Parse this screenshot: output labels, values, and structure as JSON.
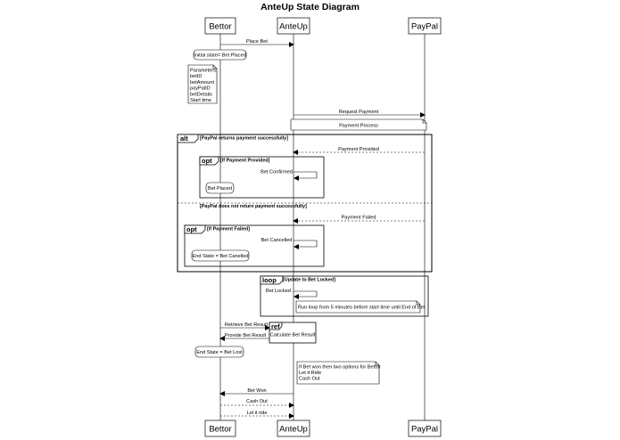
{
  "title": "AnteUp State Diagram",
  "actors": {
    "bettor": "Bettor",
    "anteup": "AnteUp",
    "paypal": "PayPal"
  },
  "messages": {
    "place_bet": "Place Bet",
    "request_payment": "Request Payment",
    "payment_provided": "Payment Provided",
    "bet_confirmed": "Bet Confirmed",
    "payment_failed": "Payment Failed",
    "bet_cancelled": "Bet Cancelled",
    "bet_locked": "Bet Locked",
    "retrieve_bet_result": "Retrieve Bet Result",
    "provide_bet_result": "Provide Bet Result",
    "bet_won": "Bet Won",
    "cash_out": "Cash Out",
    "let_it_ride": "Let it ride"
  },
  "states": {
    "initial": "Initial state= Bet Placed",
    "bet_placed": "Bet Placed",
    "end_cancelled": "End State = Bet Canelled",
    "end_lost": "End State = Bet Lost"
  },
  "notes": {
    "parameters": [
      "Parameters:",
      "betID",
      "betAmount",
      "payPalID",
      "betDetails",
      "Start time"
    ],
    "payment_process": "Payment Process",
    "loop_note": "Run loop from 5 minutes before start time until End of Bet",
    "won_options": [
      "If Bet won then two options for Bettor",
      "Let it Ride",
      "Cash Out"
    ],
    "calculate_bet_result": "Calculate Bet Result"
  },
  "frames": {
    "alt_kw": "alt",
    "alt_cond1": "[PayPal returns payment successfully]",
    "alt_cond2": "[PayPal does not return payment successfully]",
    "opt_kw": "opt",
    "opt1_cond": "[If Payment Provided]",
    "opt2_cond": "[If Payment Failed]",
    "loop_kw": "loop",
    "loop_cond": "[Update to Bet Locked]",
    "ref_kw": "ref"
  }
}
